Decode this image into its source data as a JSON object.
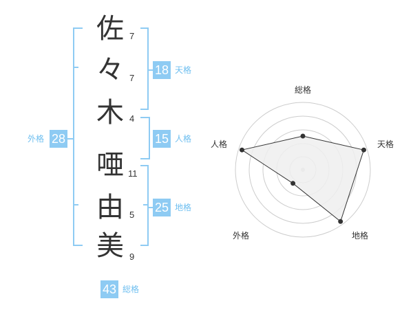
{
  "name": {
    "characters": [
      {
        "char": "佐",
        "strokes": "7"
      },
      {
        "char": "々",
        "strokes": "7"
      },
      {
        "char": "木",
        "strokes": "4"
      },
      {
        "char": "唖",
        "strokes": "11"
      },
      {
        "char": "由",
        "strokes": "5"
      },
      {
        "char": "美",
        "strokes": "9"
      }
    ]
  },
  "fortunes": {
    "tenkaku": {
      "value": "18",
      "label": "天格"
    },
    "jinkaku": {
      "value": "15",
      "label": "人格"
    },
    "chikaku": {
      "value": "25",
      "label": "地格"
    },
    "gaikaku": {
      "value": "28",
      "label": "外格"
    },
    "soukaku": {
      "value": "43",
      "label": "総格"
    }
  },
  "radar": {
    "labels": {
      "top": "総格",
      "right": "天格",
      "bottom_right": "地格",
      "bottom_left": "外格",
      "left": "人格"
    },
    "scores": [
      0.5,
      0.95,
      0.95,
      0.25,
      0.95
    ]
  },
  "colors": {
    "accent": "#8ecbf3",
    "label": "#6fbff0",
    "text": "#333333",
    "grid": "#cccccc",
    "fill": "#eeeeee"
  }
}
